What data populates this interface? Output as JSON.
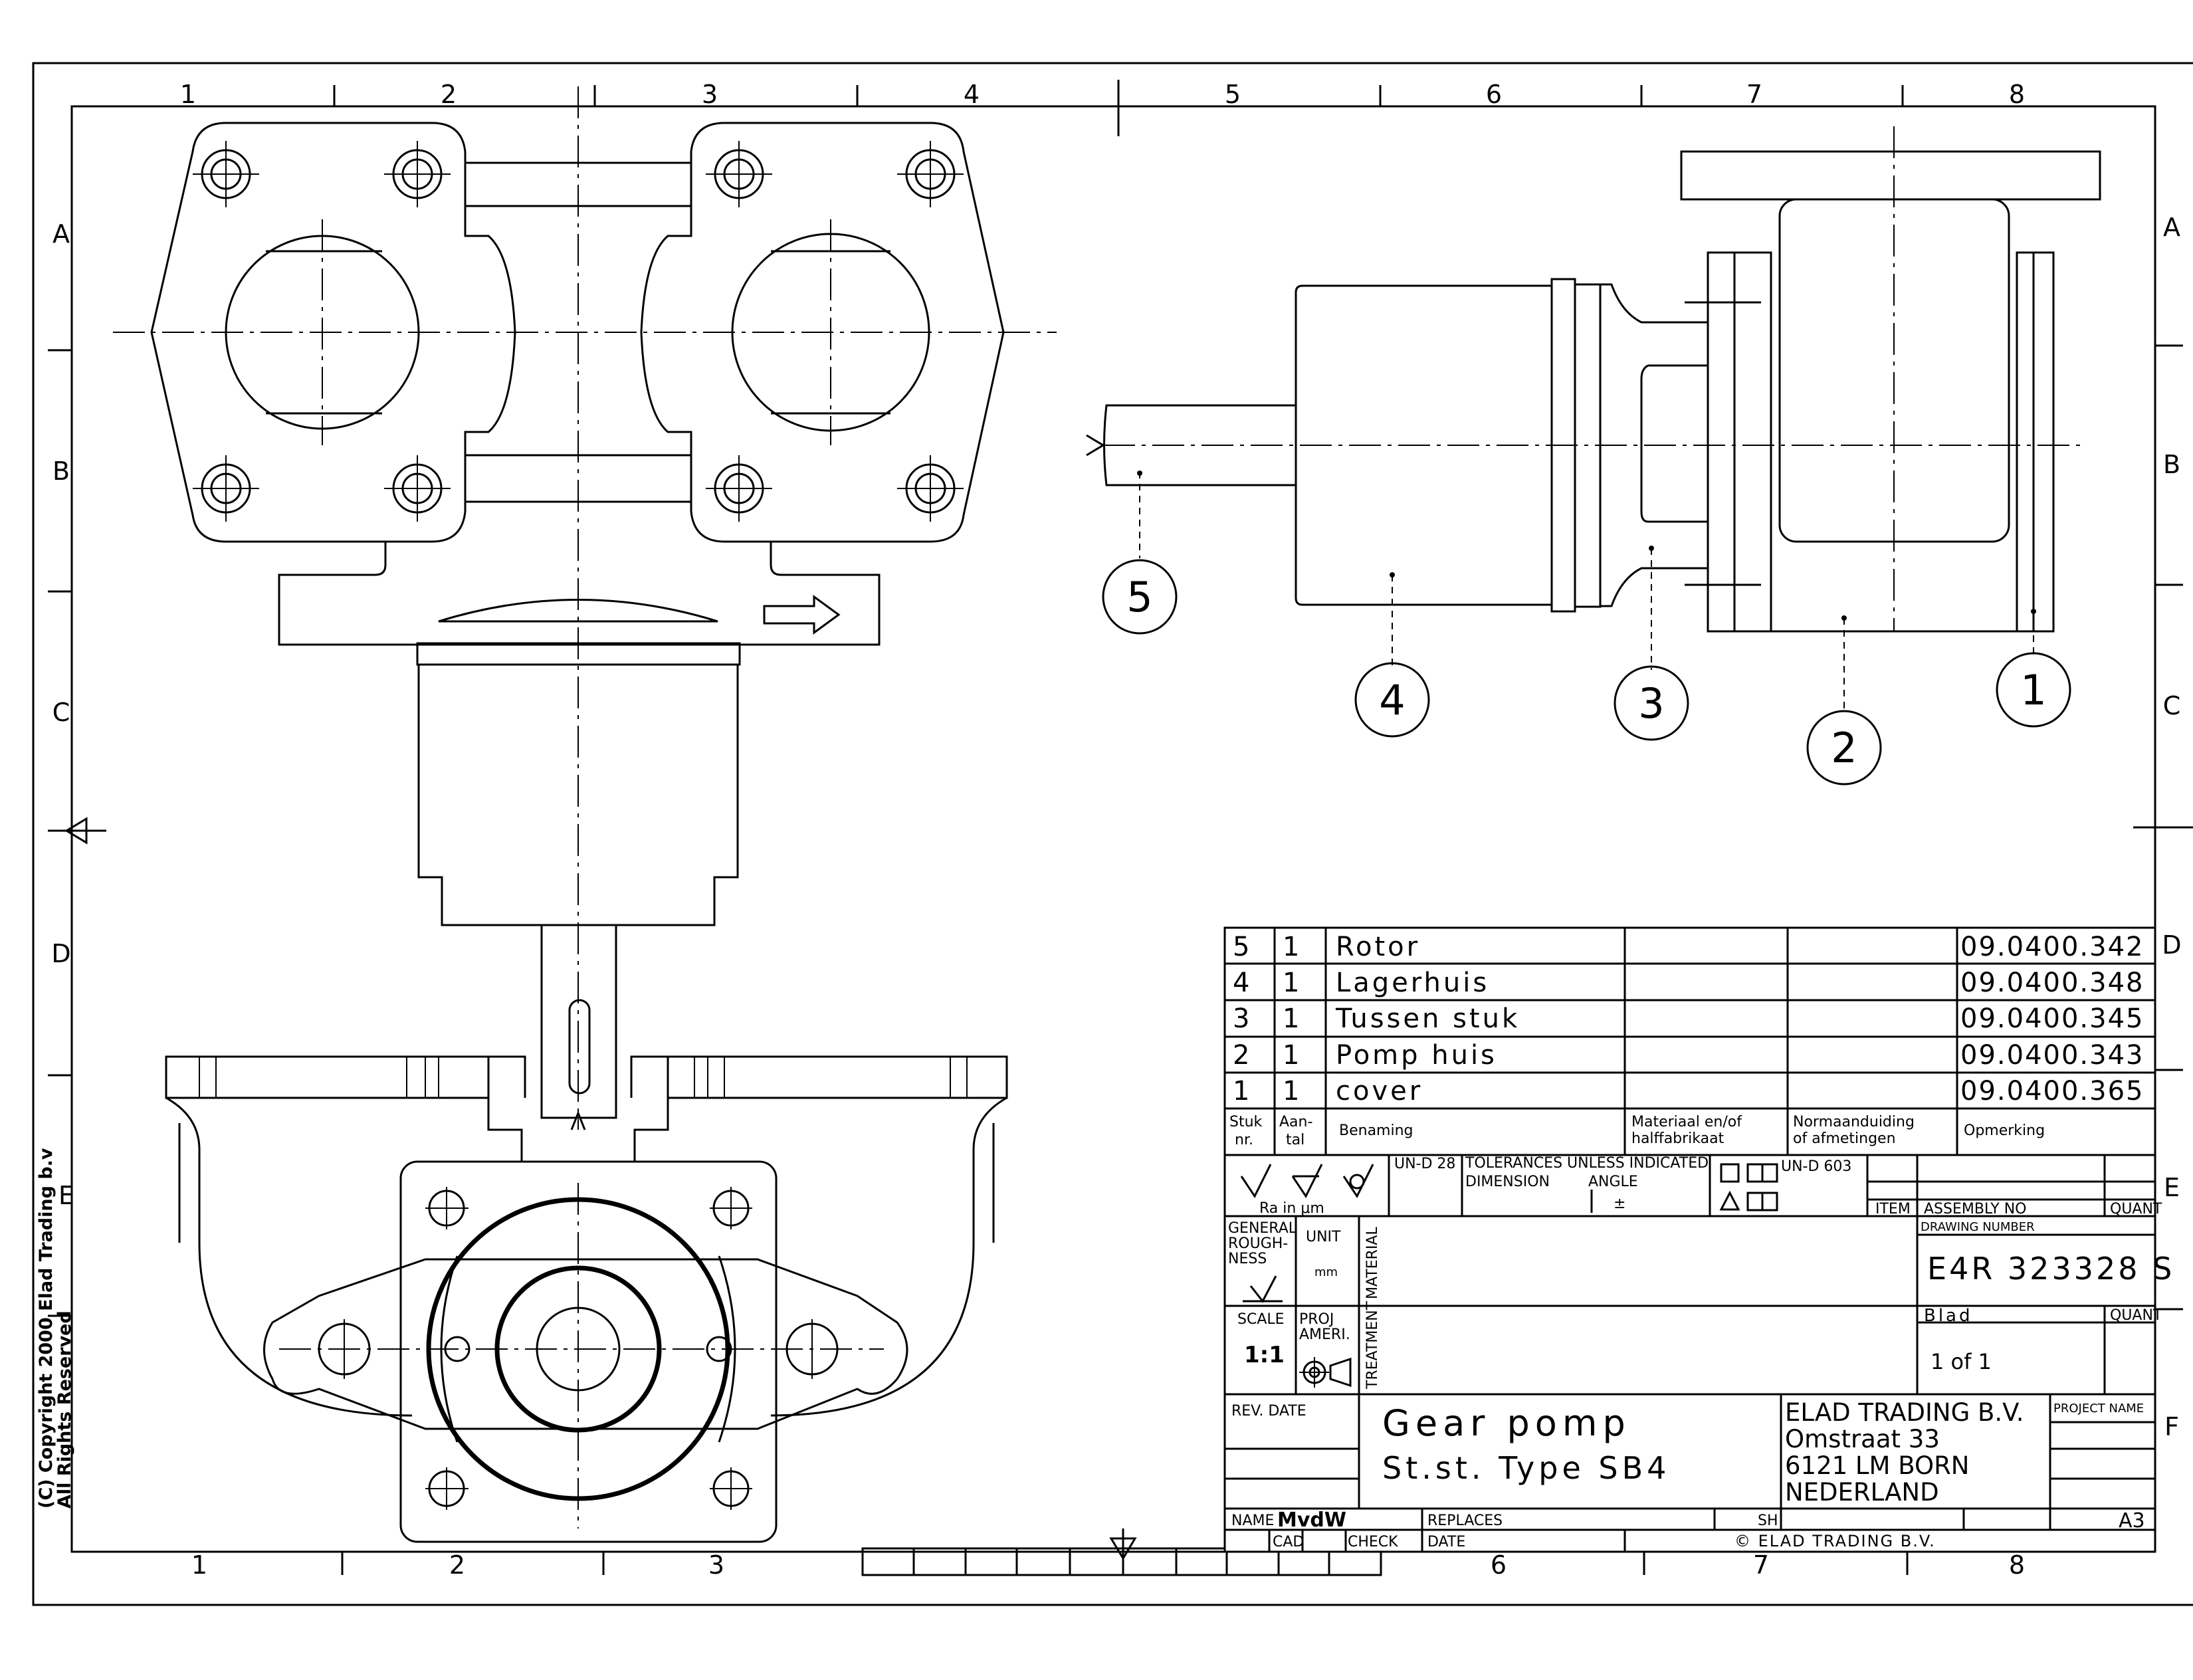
{
  "drawing": {
    "zone_columns": [
      "1",
      "2",
      "3",
      "4",
      "5",
      "6",
      "7",
      "8"
    ],
    "zone_rows": [
      "A",
      "B",
      "C",
      "D",
      "E",
      "F"
    ],
    "copyright_line1": "(C) Copyright 2000 Elad Trading b.v",
    "copyright_line2": "All Rights Reserved",
    "balloons": [
      "1",
      "2",
      "3",
      "4",
      "5"
    ]
  },
  "parts_list": {
    "rows": [
      {
        "item": "5",
        "qty": "1",
        "name": "Rotor",
        "code": "09.0400.342"
      },
      {
        "item": "4",
        "qty": "1",
        "name": "Lagerhuis",
        "code": "09.0400.348"
      },
      {
        "item": "3",
        "qty": "1",
        "name": "Tussen stuk",
        "code": "09.0400.345"
      },
      {
        "item": "2",
        "qty": "1",
        "name": "Pomp huis",
        "code": "09.0400.343"
      },
      {
        "item": "1",
        "qty": "1",
        "name": "cover",
        "code": "09.0400.365"
      }
    ],
    "headers": {
      "stuk": "Stuk",
      "nr": "nr.",
      "aan": "Aan-",
      "tal": "tal",
      "benaming": "Benaming",
      "materiaal1": "Materiaal en/of",
      "materiaal2": "halffabrikaat",
      "norm1": "Normaanduiding",
      "norm2": "of afmetingen",
      "opmerking": "Opmerking"
    }
  },
  "title_block": {
    "und28": "UN-D 28",
    "tol_title": "TOLERANCES UNLESS INDICATED",
    "dimension": "DIMENSION",
    "angle": "ANGLE",
    "plusminus": "±",
    "ra_um": "Ra in μm",
    "und603": "UN-D 603",
    "item": "ITEM",
    "assembly_no": "ASSEMBLY NO",
    "quant": "QUANT",
    "drawing_number_label": "DRAWING NUMBER",
    "drawing_number": "E4R 323328 S",
    "general1": "GENERAL",
    "general2": "ROUGH-",
    "general3": "NESS",
    "unit": "UNIT",
    "mm": "mm",
    "material": "MATERIAL",
    "treatment": "TREATMENT",
    "scale": "SCALE",
    "scale_value": "1:1",
    "proj1": "PROJ",
    "proj2": "AMERI.",
    "blad": "Blad",
    "sheet": "1 of 1",
    "rev_date": "REV. DATE",
    "title1": "Gear pomp",
    "title2": "St.st. Type SB4",
    "company": "ELAD TRADING B.V.",
    "street": "Omstraat 33",
    "city": "6121 LM BORN",
    "country": "NEDERLAND",
    "project_name": "PROJECT NAME",
    "name_label": "NAME",
    "name_value": "MvdW",
    "cad": "CAD",
    "check": "CHECK",
    "replaces": "REPLACES",
    "date": "DATE",
    "sh": "SH",
    "copy_company": "© ELAD TRADING B.V.",
    "format": "A3"
  }
}
